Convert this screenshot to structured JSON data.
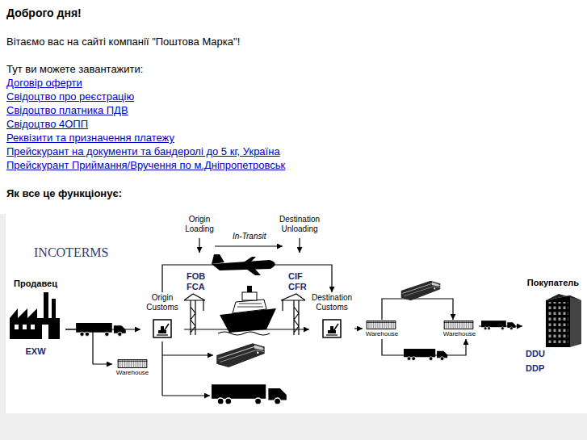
{
  "diagram": {
    "title": "Доброго дня!",
    "nodes": [
      {
        "text": [
          "Продавец",
          "EXW"
        ]
      },
      {
        "text": [
          "Origin Customs"
        ]
      },
      {
        "text": [
          "Warehouse"
        ]
      },
      {
        "text": [
          "Destination Customs"
        ]
      },
      {
        "text": [
          "Warehouse"
        ]
      },
      {
        "text": [
          "Warehouse"
        ]
      },
      {
        "text": [
          "Покупатель",
          "DDU",
          "DDP"
        ]
      }
    ],
    "edges": [
      {
        "from": 0,
        "to": 1,
        "arrow": "to"
      },
      {
        "from": 0,
        "to": 2,
        "arrow": "to"
      },
      {
        "from": 1,
        "to": 3,
        "arrow": "to"
      },
      {
        "from": 1,
        "to": 3,
        "arrow": "to"
      },
      {
        "from": 3,
        "to": 4,
        "arrow": "to"
      },
      {
        "from": 4,
        "to": 5,
        "arrow": "to"
      },
      {
        "from": 4,
        "to": 5,
        "arrow": "to"
      },
      {
        "from": 5,
        "to": 6,
        "arrow": "to"
      }
    ],
    "labels": [
      "Вітаємо вас на сайті компанії \"Поштова Марка\"!",
      "Тут ви можете завантажити:",
      "Договір оферти",
      "Свідоцтво про реєстрацію",
      "Свідоцтво платника ПДВ",
      "Свідоцтво 4ОПП",
      "Реквізити та призначення платежу",
      "Прейскурант на документи та бандеролі до 5 кг, Україна",
      "Прейскурант Приймання/Вручення по м.Дніпропетровськ",
      "Як все це функціонує:",
      "INCOTERMS",
      "Origin Loading",
      "In-Transit",
      "Destination Unloading",
      "FOB",
      "FCA",
      "CIF",
      "CFR"
    ]
  }
}
